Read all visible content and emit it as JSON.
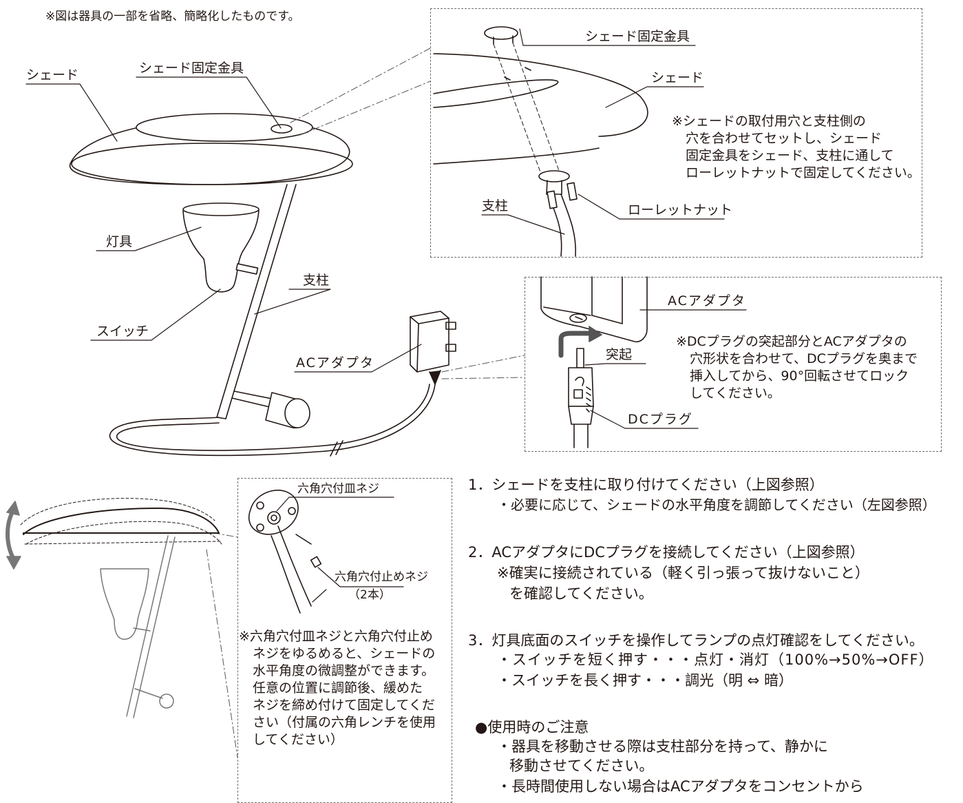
{
  "header_note": "※図は器具の一部を省略、簡略化したものです。",
  "main_figure": {
    "shade": "シェード",
    "shade_bracket": "シェード固定金具",
    "lamp_body": "灯具",
    "pole": "支柱",
    "switch": "スイッチ",
    "ac_adapter": "ACアダプタ"
  },
  "shade_detail": {
    "bracket": "シェード固定金具",
    "shade": "シェード",
    "pole": "支柱",
    "knurled_nut": "ローレットナット",
    "note": [
      "※シェードの取付用穴と支柱側の",
      "穴を合わせてセットし、シェード",
      "固定金具をシェード、支柱に通して",
      "ローレットナットで固定してください。"
    ]
  },
  "adapter_detail": {
    "adapter": "ACアダプタ",
    "protrusion": "突起",
    "dc_plug": "DCプラグ",
    "note": [
      "※DCプラグの突起部分とACアダプタの",
      "穴形状を合わせて、DCプラグを奥まで",
      "挿入してから、90°回転させてロック",
      "してください。"
    ]
  },
  "angle_detail": {
    "flat_screw": "六角穴付皿ネジ",
    "set_screw": "六角穴付止めネジ",
    "set_screw_qty": "（2本）",
    "note": [
      "※六角穴付皿ネジと六角穴付止め",
      "ネジをゆるめると、シェードの",
      "水平角度の微調整ができます。",
      "任意の位置に調節後、緩めた",
      "ネジを締め付けて固定してくだ",
      "さい（付属の六角レンチを使用",
      "してください）"
    ]
  },
  "instructions": {
    "step1": "1．シェードを支柱に取り付けてください（上図参照）",
    "step1_sub": "・必要に応じて、シェードの水平角度を調節してください（左図参照）",
    "step2": "2．ACアダプタにDCプラグを接続してください（上図参照）",
    "step2_sub1": "※確実に接続されている（軽く引っ張って抜けないこと）",
    "step2_sub2": "を確認してください。",
    "step3": "3．灯具底面のスイッチを操作してランプの点灯確認をしてください。",
    "step3_sub1": "・スイッチを短く押す・・・点灯・消灯（100%→50%→OFF）",
    "step3_sub2": "・スイッチを長く押す・・・調光（明 ⇔ 暗）",
    "caution_title": "●使用時のご注意",
    "caution1a": "・器具を移動させる際は支柱部分を持って、静かに",
    "caution1b": "移動させてください。",
    "caution2": "・長時間使用しない場合はACアダプタをコンセントから"
  }
}
